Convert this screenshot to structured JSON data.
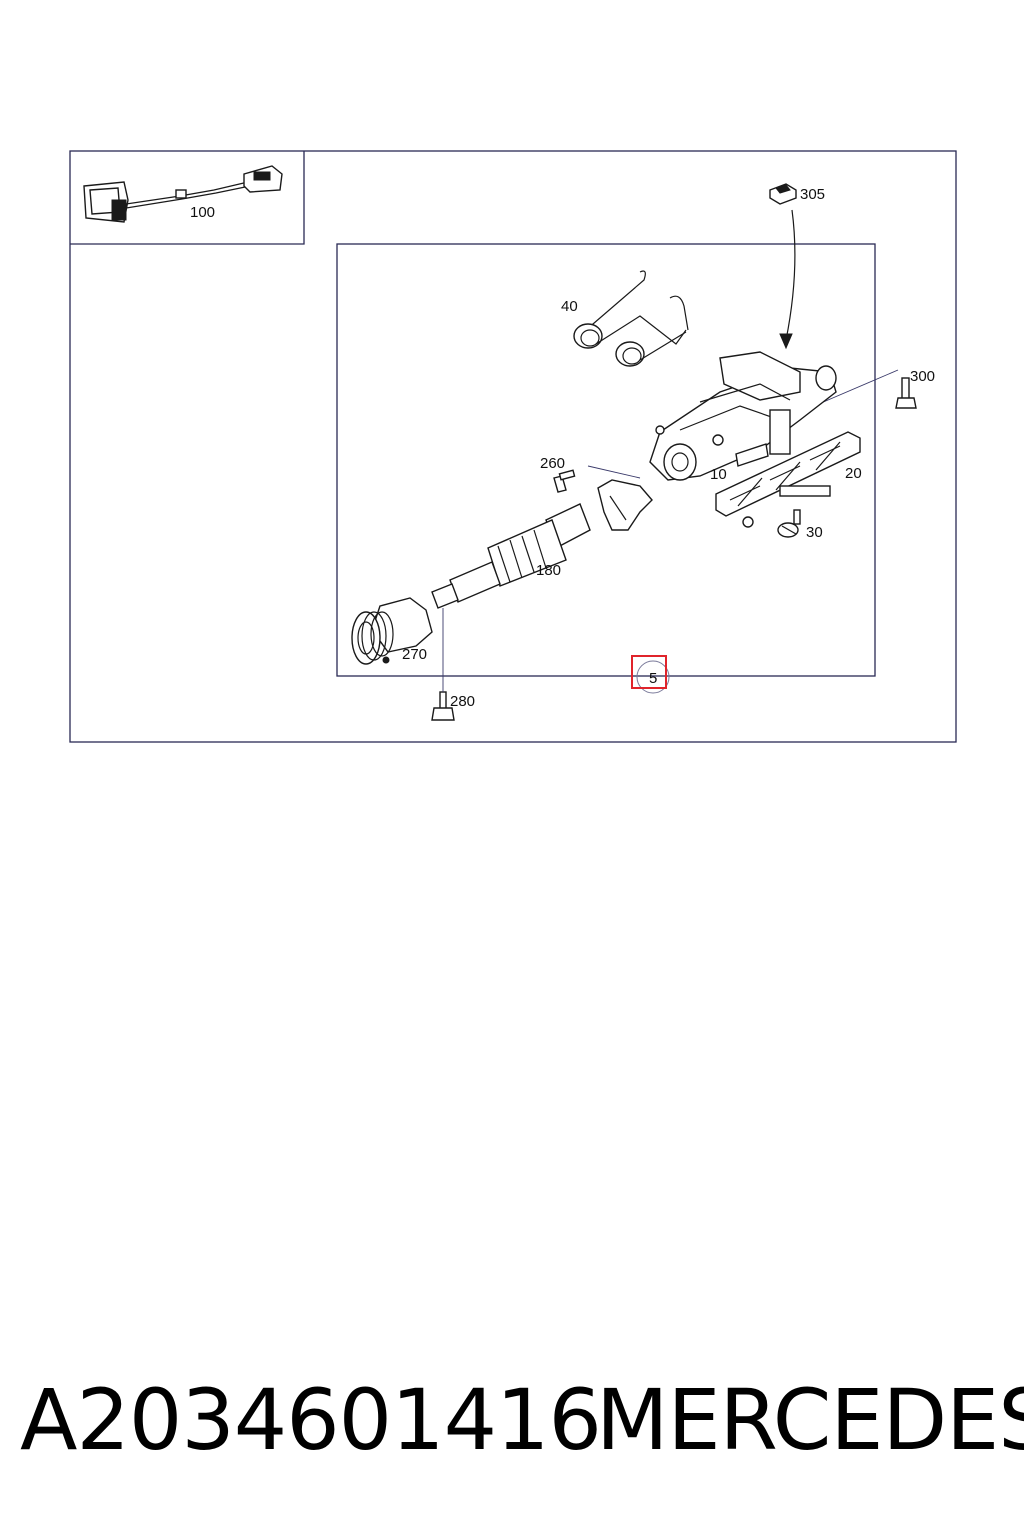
{
  "diagram": {
    "callouts": {
      "c100": "100",
      "c305": "305",
      "c40": "40",
      "c300": "300",
      "c260": "260",
      "c10": "10",
      "c20": "20",
      "c30": "30",
      "c180": "180",
      "c270": "270",
      "c280": "280",
      "c5": "5"
    },
    "highlight_color": "#e0242b"
  },
  "footer": {
    "part_number": "A2034601416",
    "brand": "MERCEDES"
  }
}
